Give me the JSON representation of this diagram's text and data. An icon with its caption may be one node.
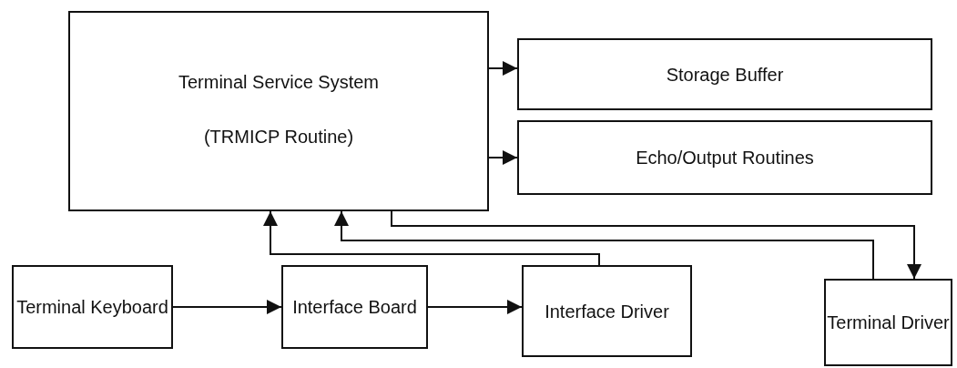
{
  "diagram": {
    "nodes": [
      {
        "text": [
          "Terminal Service System",
          "(TRMICP Routine)"
        ]
      },
      {
        "text": [
          "Storage Buffer"
        ]
      },
      {
        "text": [
          "Echo/Output Routines"
        ]
      },
      {
        "text": [
          "Terminal Keyboard"
        ]
      },
      {
        "text": [
          "Interface Board"
        ]
      },
      {
        "text": [
          "Interface Driver"
        ]
      },
      {
        "text": [
          "Terminal Driver"
        ]
      }
    ],
    "edges": [
      {
        "from": 0,
        "to": 1,
        "arrow": "to"
      },
      {
        "from": 0,
        "to": 2,
        "arrow": "to"
      },
      {
        "from": 3,
        "to": 4,
        "arrow": "to"
      },
      {
        "from": 4,
        "to": 5,
        "arrow": "to"
      },
      {
        "from": 5,
        "to": 0,
        "arrow": "to"
      },
      {
        "from": 6,
        "to": 0,
        "arrow": "to"
      },
      {
        "from": 0,
        "to": 6,
        "arrow": "to"
      }
    ]
  }
}
